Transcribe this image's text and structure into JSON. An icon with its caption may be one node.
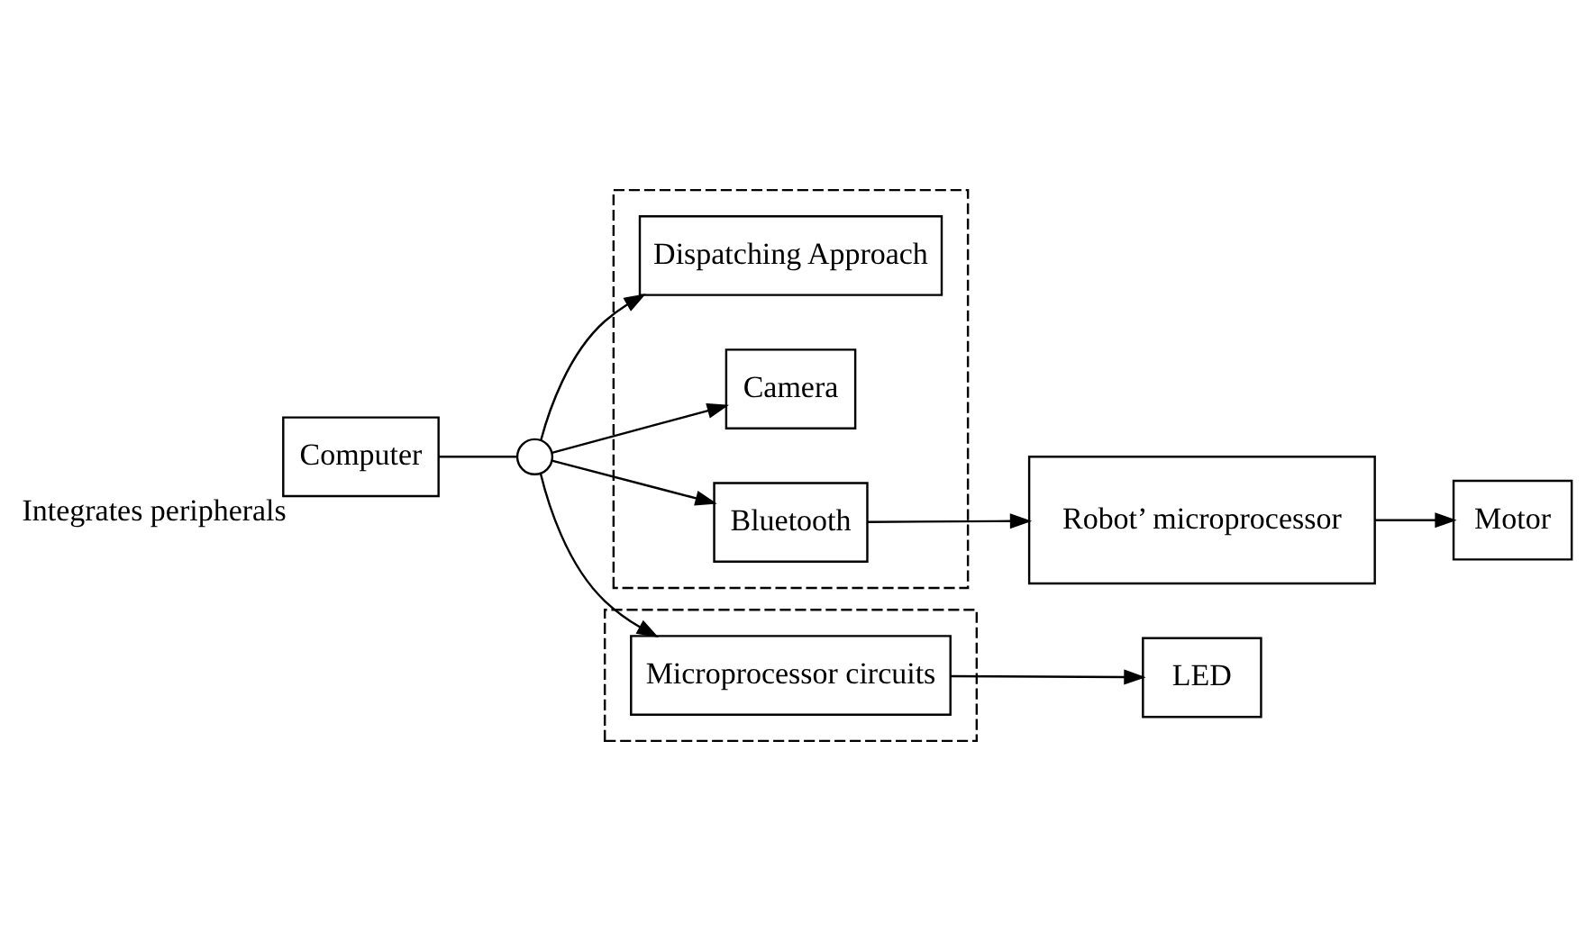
{
  "diagram": {
    "nodes": [
      {
        "text": [
          "Computer"
        ],
        "beside": [
          "Integrates peripherals"
        ]
      },
      {
        "text": [],
        "shape": "circle"
      },
      {
        "text": [],
        "shape": "box"
      },
      {
        "text": [
          "Dispatching Approach"
        ],
        "in": 2
      },
      {
        "text": [
          "Camera"
        ],
        "in": 2
      },
      {
        "text": [
          "Bluetooth"
        ],
        "in": 2
      },
      {
        "text": [
          "Robot’ microprocessor"
        ]
      },
      {
        "text": [
          "Motor"
        ]
      },
      {
        "text": [],
        "shape": "box"
      },
      {
        "text": [
          "Microprocessor circuits"
        ],
        "in": 8
      },
      {
        "text": [
          "LED"
        ]
      }
    ],
    "edges": [
      {
        "from": 0,
        "to": 1,
        "arrow": "none"
      },
      {
        "from": 1,
        "to": 3,
        "arrow": "to"
      },
      {
        "from": 1,
        "to": 4,
        "arrow": "to"
      },
      {
        "from": 1,
        "to": 5,
        "arrow": "to"
      },
      {
        "from": 1,
        "to": 9,
        "arrow": "to"
      },
      {
        "from": 5,
        "to": 6,
        "arrow": "to"
      },
      {
        "from": 6,
        "to": 7,
        "arrow": "to"
      },
      {
        "from": 9,
        "to": 10,
        "arrow": "to"
      }
    ]
  }
}
